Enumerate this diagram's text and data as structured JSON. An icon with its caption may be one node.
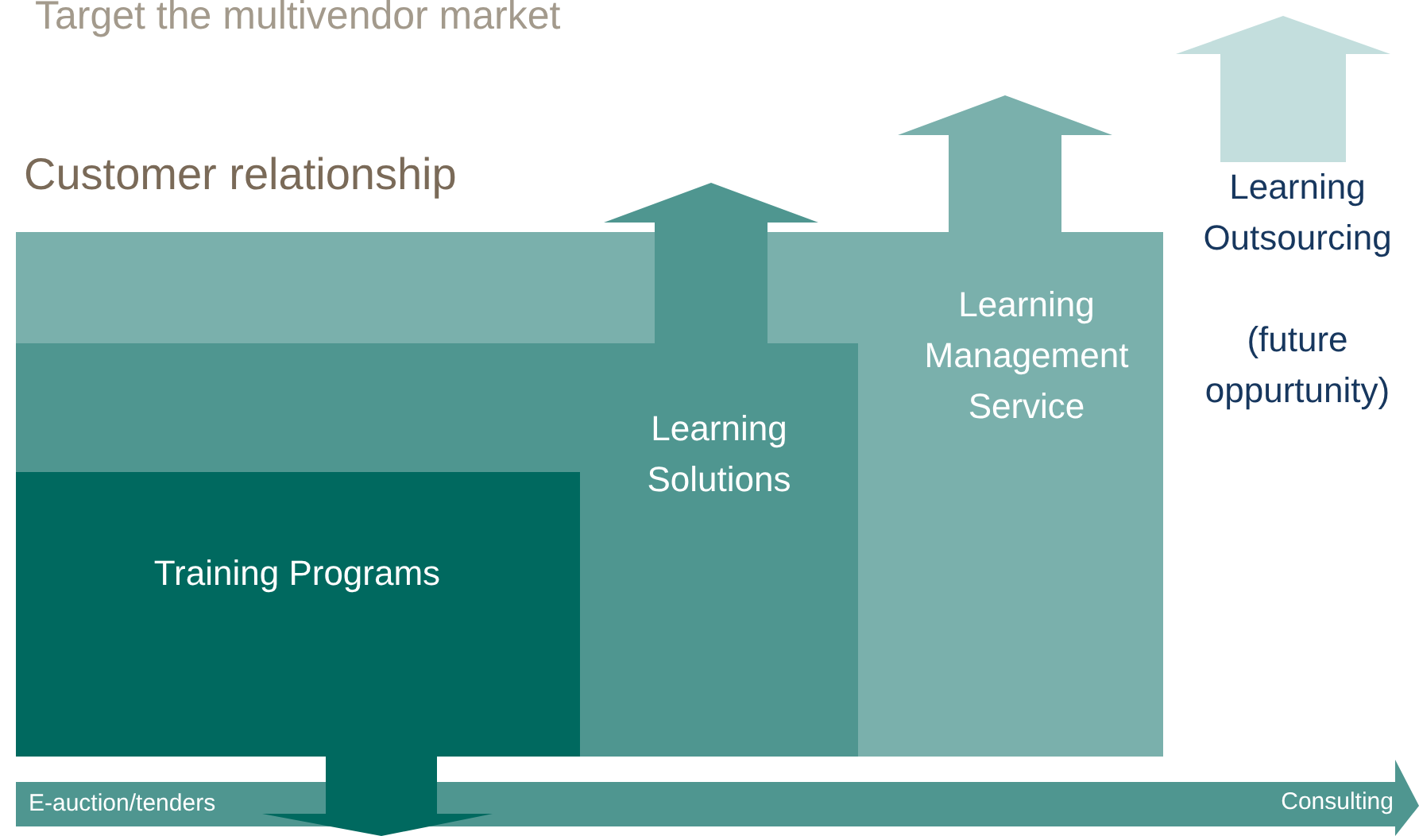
{
  "diagram": {
    "title": "Target the multivendor market",
    "nodes": [
      {
        "text": [
          "Customer relationship",
          "Learning Management Service"
        ]
      },
      {
        "text": [
          "Learning Solutions"
        ],
        "in": 0
      },
      {
        "text": [
          "Training Programs"
        ],
        "in": 1
      },
      {
        "text": [
          "Learning Outsourcing",
          "(future oppurtunity)"
        ]
      }
    ],
    "edges": [
      {
        "from": 1,
        "to": null,
        "arrow": "to",
        "color": "#4f9690"
      },
      {
        "from": 0,
        "to": null,
        "arrow": "to",
        "color": "#7ab0ac"
      },
      {
        "from": 3,
        "to": null,
        "arrow": "to",
        "color": "#c3dedd"
      },
      {
        "from": 2,
        "to": null,
        "arrow": "to",
        "color": "#00695f"
      }
    ],
    "labels": [
      "E-auction/tenders",
      "Consulting"
    ]
  }
}
